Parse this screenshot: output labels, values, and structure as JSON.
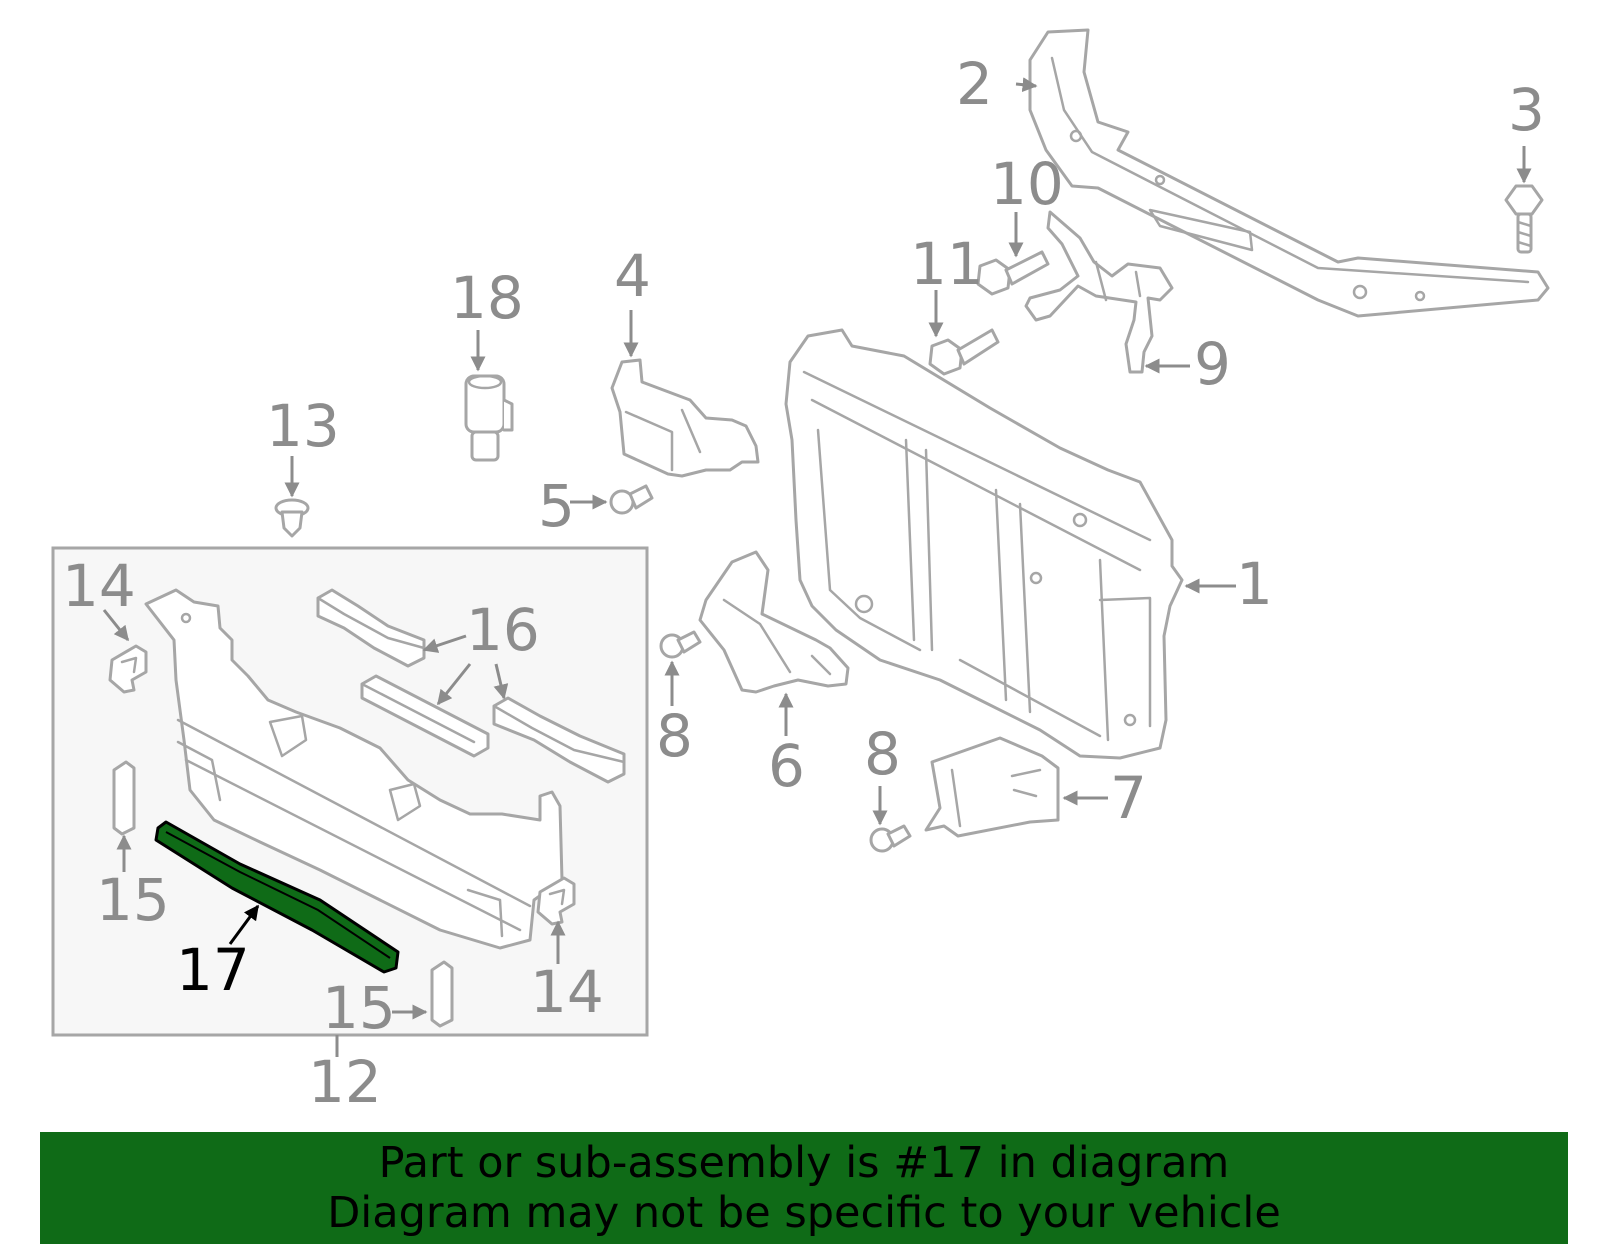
{
  "diagram": {
    "highlighted_part": "17",
    "highlight_color": "#0f6b17",
    "part_stroke_color": "#a6a6a6",
    "callout_color": "#8c8c8c",
    "callouts": {
      "c1": "1",
      "c2": "2",
      "c3": "3",
      "c4": "4",
      "c5": "5",
      "c6": "6",
      "c7": "7",
      "c8a": "8",
      "c8b": "8",
      "c9": "9",
      "c10": "10",
      "c11": "11",
      "c12": "12",
      "c13": "13",
      "c14a": "14",
      "c14b": "14",
      "c15a": "15",
      "c15b": "15",
      "c16": "16",
      "c17": "17",
      "c18": "18"
    }
  },
  "banner": {
    "background": "#0f6b17",
    "line1": "Part or sub-assembly is #17 in diagram",
    "line2": "Diagram may not be specific to your vehicle"
  }
}
